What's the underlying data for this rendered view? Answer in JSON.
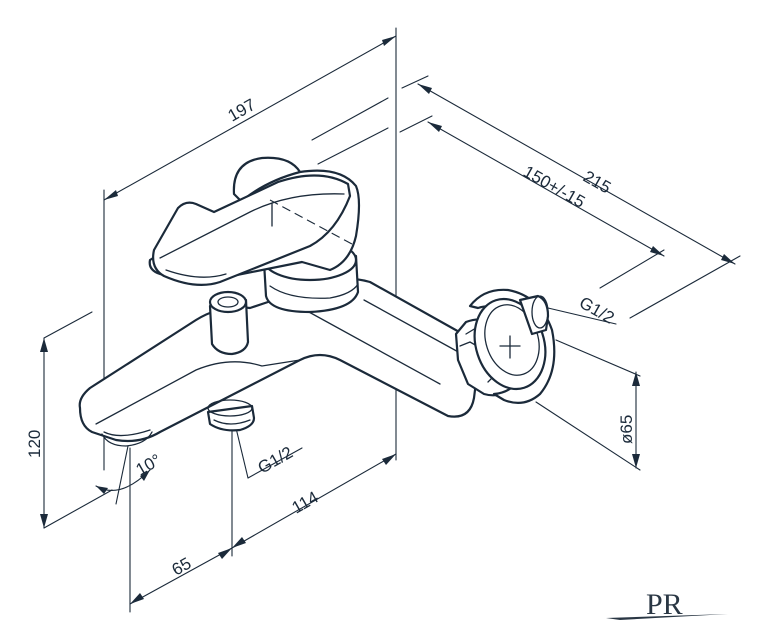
{
  "dimensions": {
    "overall_width": "197",
    "overall_depth": "215",
    "center_distance": "150+/-15",
    "height": "120",
    "spout_angle": "10°",
    "outlet_thread": "G1/2",
    "inlet_thread": "G1/2",
    "outlet_offset": "114",
    "spout_reach": "65",
    "flange_diameter": "ø65"
  },
  "logo": {
    "text": "PR"
  },
  "colors": {
    "line": "#1b2a3a",
    "background": "#ffffff"
  }
}
